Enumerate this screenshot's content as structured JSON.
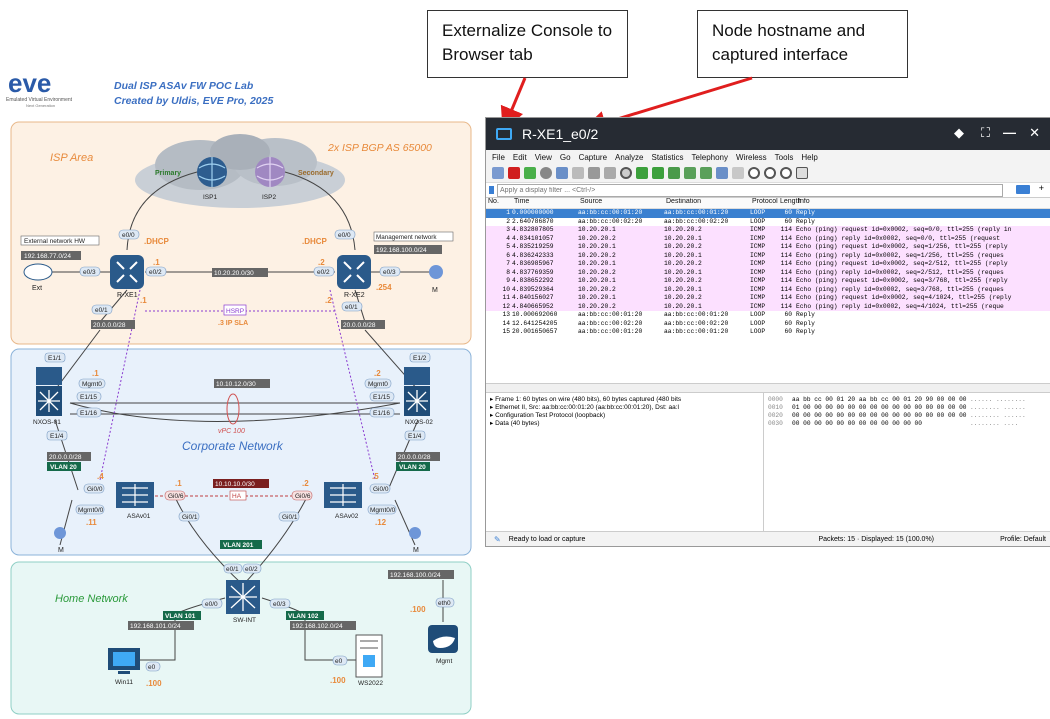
{
  "callouts": {
    "externalize": "Externalize Console to Browser tab",
    "hostname": "Node hostname and captured interface"
  },
  "diagram": {
    "logo": "eve",
    "logo_sub": "Emulated Virtual Environment",
    "logo_sub2": "Next Generation",
    "title1": "Dual ISP ASAv FW POC Lab",
    "title2": "Created by Uldis, EVE Pro, 2025",
    "isp_area": "ISP Area",
    "isp_bgp": "2x ISP BGP AS 65000",
    "primary": "Primary",
    "secondary": "Secondary",
    "isp1": "ISP1",
    "isp2": "ISP2",
    "ext_net_hw": "External network HW",
    "ext_net": "192.168.77.0/24",
    "ext": "Ext",
    "mgmt_net_label": "Management network",
    "mgmt_net": "192.168.100.0/24",
    "m": "M",
    "dhcp": ".DHCP",
    "e0_0": "e0/0",
    "e0_1": "e0/1",
    "e0_2": "e0/2",
    "e0_3": "e0/3",
    "dot1": ".1",
    "dot2": ".2",
    "dot4": ".4",
    "dot5": ".5",
    "dot11": ".11",
    "dot12": ".12",
    "dot100": ".100",
    "dot254": ".254",
    "link_xe": "10.20.20.0/30",
    "rxe1": "R-XE1",
    "rxe2": "R-XE2",
    "hsrp": "HSRP",
    "ipsla": ".3 IP SLA",
    "net20": "20.0.0.0/28",
    "e1_1": "E1/1",
    "e1_2": "E1/2",
    "e1_4": "E1/4",
    "e1_15": "E1/15",
    "e1_16": "E1/16",
    "mgmt0": "Mgmt0",
    "nx_link": "10.10.12.0/30",
    "vpc": "vPC 100",
    "nx1": "NXOS-01",
    "nx2": "NXOS-02",
    "corp": "Corporate Network",
    "vlan20": "VLAN 20",
    "gi0_0": "Gi0/0",
    "gi0_1": "Gi0/1",
    "gi0_6": "Gi0/6",
    "mgmt0_0": "Mgmt0/0",
    "ha_net": "10.10.10.0/30",
    "ha": "HA",
    "asa1": "ASAv01",
    "asa2": "ASAv02",
    "vlan201": "VLAN 201",
    "home": "Home Network",
    "e0": "e0",
    "eth0": "eth0",
    "vlan101": "VLAN 101",
    "net101": "192.168.101.0/24",
    "vlan102": "VLAN 102",
    "net102": "192.168.102.0/24",
    "swint": "SW-INT",
    "win11": "Win11",
    "ws2022": "WS2022",
    "mgmt": "Mgmt"
  },
  "wireshark": {
    "title": "R-XE1_e0/2",
    "menu": [
      "File",
      "Edit",
      "View",
      "Go",
      "Capture",
      "Analyze",
      "Statistics",
      "Telephony",
      "Wireless",
      "Tools",
      "Help"
    ],
    "filter_placeholder": "Apply a display filter ... <Ctrl-/>",
    "columns": [
      "No.",
      "Time",
      "Source",
      "Destination",
      "Protocol",
      "Length",
      "Info"
    ],
    "packets": [
      {
        "no": "1",
        "time": "0.000000000",
        "src": "aa:bb:cc:00:01:20",
        "dst": "aa:bb:cc:00:01:20",
        "proto": "LOOP",
        "len": "60",
        "info": "Reply",
        "kind": "loop",
        "selected": true
      },
      {
        "no": "2",
        "time": "2.640786870",
        "src": "aa:bb:cc:00:02:20",
        "dst": "aa:bb:cc:00:02:20",
        "proto": "LOOP",
        "len": "60",
        "info": "Reply",
        "kind": "loop"
      },
      {
        "no": "3",
        "time": "4.832807805",
        "src": "10.20.20.1",
        "dst": "10.20.20.2",
        "proto": "ICMP",
        "len": "114",
        "info": "Echo (ping) request  id=0x0002, seq=0/0, ttl=255 (reply in",
        "kind": "icmp"
      },
      {
        "no": "4",
        "time": "4.834101057",
        "src": "10.20.20.2",
        "dst": "10.20.20.1",
        "proto": "ICMP",
        "len": "114",
        "info": "Echo (ping) reply    id=0x0002, seq=0/0, ttl=255 (request",
        "kind": "icmp"
      },
      {
        "no": "5",
        "time": "4.835219259",
        "src": "10.20.20.1",
        "dst": "10.20.20.2",
        "proto": "ICMP",
        "len": "114",
        "info": "Echo (ping) request  id=0x0002, seq=1/256, ttl=255 (reply",
        "kind": "icmp"
      },
      {
        "no": "6",
        "time": "4.836242333",
        "src": "10.20.20.2",
        "dst": "10.20.20.1",
        "proto": "ICMP",
        "len": "114",
        "info": "Echo (ping) reply    id=0x0002, seq=1/256, ttl=255 (reques",
        "kind": "icmp"
      },
      {
        "no": "7",
        "time": "4.836985967",
        "src": "10.20.20.1",
        "dst": "10.20.20.2",
        "proto": "ICMP",
        "len": "114",
        "info": "Echo (ping) request  id=0x0002, seq=2/512, ttl=255 (reply",
        "kind": "icmp"
      },
      {
        "no": "8",
        "time": "4.837769359",
        "src": "10.20.20.2",
        "dst": "10.20.20.1",
        "proto": "ICMP",
        "len": "114",
        "info": "Echo (ping) reply    id=0x0002, seq=2/512, ttl=255 (reques",
        "kind": "icmp"
      },
      {
        "no": "9",
        "time": "4.838652292",
        "src": "10.20.20.1",
        "dst": "10.20.20.2",
        "proto": "ICMP",
        "len": "114",
        "info": "Echo (ping) request  id=0x0002, seq=3/768, ttl=255 (reply",
        "kind": "icmp"
      },
      {
        "no": "10",
        "time": "4.839529364",
        "src": "10.20.20.2",
        "dst": "10.20.20.1",
        "proto": "ICMP",
        "len": "114",
        "info": "Echo (ping) reply    id=0x0002, seq=3/768, ttl=255 (reques",
        "kind": "icmp"
      },
      {
        "no": "11",
        "time": "4.840156027",
        "src": "10.20.20.1",
        "dst": "10.20.20.2",
        "proto": "ICMP",
        "len": "114",
        "info": "Echo (ping) request  id=0x0002, seq=4/1024, ttl=255 (reply",
        "kind": "icmp"
      },
      {
        "no": "12",
        "time": "4.840665952",
        "src": "10.20.20.2",
        "dst": "10.20.20.1",
        "proto": "ICMP",
        "len": "114",
        "info": "Echo (ping) reply    id=0x0002, seq=4/1024, ttl=255 (reque",
        "kind": "icmp"
      },
      {
        "no": "13",
        "time": "10.000692060",
        "src": "aa:bb:cc:00:01:20",
        "dst": "aa:bb:cc:00:01:20",
        "proto": "LOOP",
        "len": "60",
        "info": "Reply",
        "kind": "loop"
      },
      {
        "no": "14",
        "time": "12.641254205",
        "src": "aa:bb:cc:00:02:20",
        "dst": "aa:bb:cc:00:02:20",
        "proto": "LOOP",
        "len": "60",
        "info": "Reply",
        "kind": "loop"
      },
      {
        "no": "15",
        "time": "20.001650657",
        "src": "aa:bb:cc:00:01:20",
        "dst": "aa:bb:cc:00:01:20",
        "proto": "LOOP",
        "len": "60",
        "info": "Reply",
        "kind": "loop"
      }
    ],
    "details": [
      "Frame 1: 60 bytes on wire (480 bits), 60 bytes captured (480 bits",
      "Ethernet II, Src: aa:bb:cc:00:01:20 (aa:bb:cc:00:01:20), Dst: aa:l",
      "Configuration Test Protocol (loopback)",
      "Data (40 bytes)"
    ],
    "hex": [
      {
        "off": "0000",
        "bytes": "aa bb cc 00 01 20 aa bb  cc 00 01 20 90 00 00 00",
        "ascii": "...... ........"
      },
      {
        "off": "0010",
        "bytes": "01 00 00 00 00 00 00 00  00 00 00 00 00 00 00 00",
        "ascii": "........ ......"
      },
      {
        "off": "0020",
        "bytes": "00 00 00 00 00 00 00 00  00 00 00 00 00 00 00 00",
        "ascii": "........ ......"
      },
      {
        "off": "0030",
        "bytes": "00 00 00 00 00 00 00 00  00 00 00 00",
        "ascii": "........ ...."
      }
    ],
    "status_left": "Ready to load or capture",
    "status_mid": "Packets: 15 · Displayed: 15 (100.0%)",
    "status_right": "Profile: Default",
    "colors": {
      "icmp_row": "#fce0ff",
      "loop_row": "#ffffff",
      "selected_row": "#3a80d0",
      "titlebar": "#262b33"
    }
  }
}
